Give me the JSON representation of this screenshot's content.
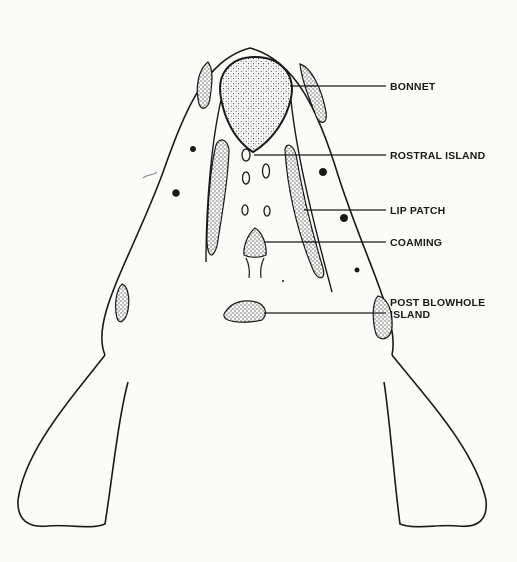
{
  "labels": {
    "bonnet": "BONNET",
    "rostral_island": "ROSTRAL ISLAND",
    "lip_patch": "LIP PATCH",
    "coaming": "COAMING",
    "post_blowhole_line1": "POST BLOWHOLE",
    "post_blowhole_line2": "ISLAND"
  },
  "colors": {
    "ink": "#1a1a1a",
    "paper": "#fbfbf8"
  }
}
